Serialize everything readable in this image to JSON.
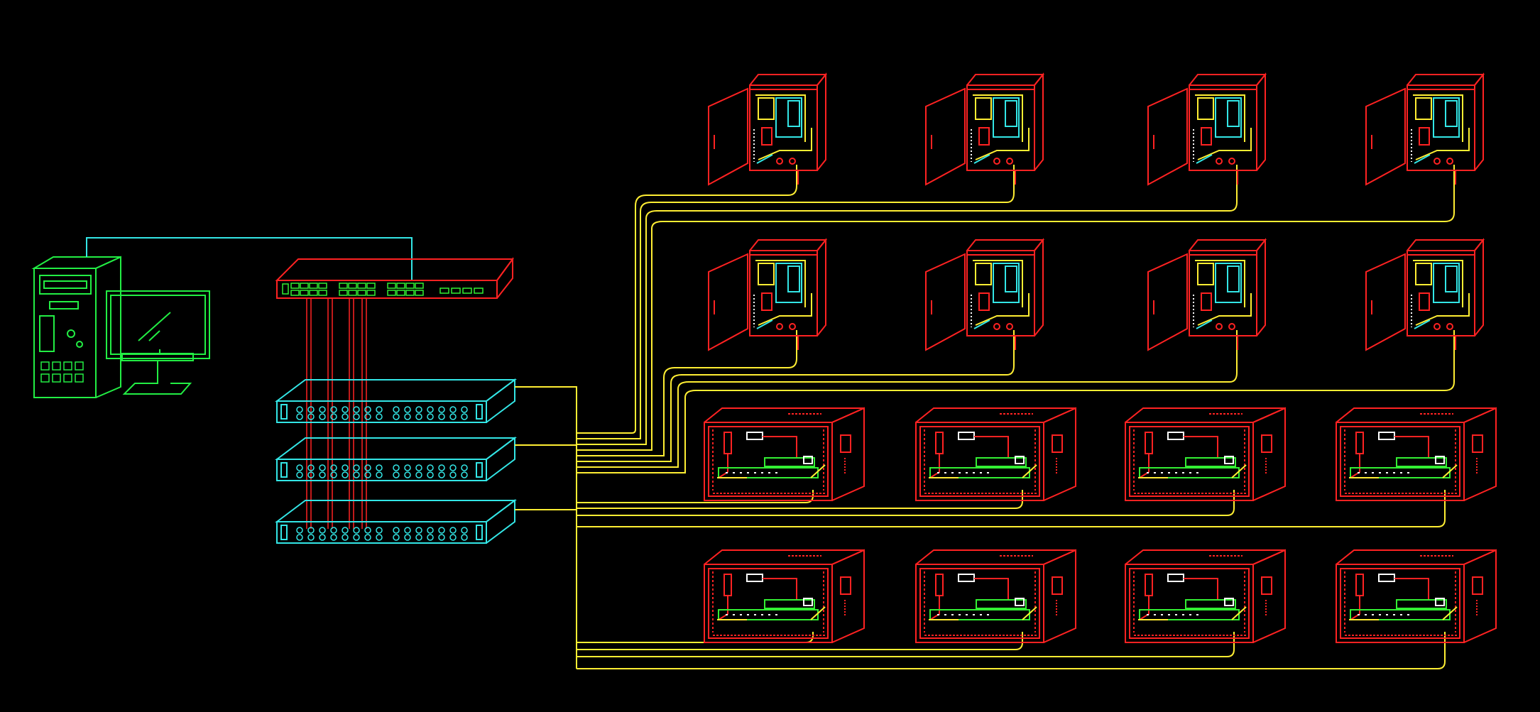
{
  "diagram": {
    "background": "#000000",
    "colors": {
      "workstation": "#22ee44",
      "switch": "#ff2222",
      "patch_panel": "#33e6e6",
      "cabinet": "#ff2222",
      "cabinet_accent_yellow": "#ffee33",
      "cabinet_accent_cyan": "#33e6e6",
      "cabinet_accent_green": "#33ee33",
      "trunk_cable": "#ffee33",
      "patch_cord": "#ff2222",
      "uplink_cable": "#33e6e6"
    },
    "icons": {
      "workstation": "desktop-computer-icon",
      "core_switch": "network-switch-icon",
      "patch_panel": "patch-panel-icon",
      "wall_cabinet": "outdoor-wall-cabinet-icon",
      "rack_cabinet": "rack-cabinet-icon"
    },
    "nodes": {
      "workstation_count": 1,
      "core_switch_count": 1,
      "patch_panel_count": 3,
      "wall_cabinet_rows": 2,
      "wall_cabinets_per_row": 4,
      "rack_cabinet_rows": 2,
      "rack_cabinets_per_row": 4
    }
  }
}
